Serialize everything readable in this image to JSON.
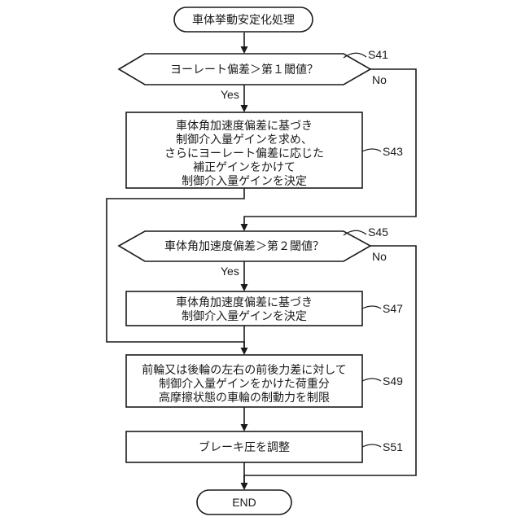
{
  "start": {
    "label": "車体挙動安定化処理"
  },
  "steps": {
    "s41": {
      "step_id": "S41",
      "lines": [
        "ヨーレート偏差＞第１閾値？"
      ],
      "yes_label": "Yes",
      "no_label": "No"
    },
    "s43": {
      "step_id": "S43",
      "lines": [
        "車体角加速度偏差に基づき",
        "制御介入量ゲインを求め、",
        "さらにヨーレート偏差に応じた",
        "補正ゲインをかけて",
        "制御介入量ゲインを決定"
      ]
    },
    "s45": {
      "step_id": "S45",
      "lines": [
        "車体角加速度偏差＞第２閾値？"
      ],
      "yes_label": "Yes",
      "no_label": "No"
    },
    "s47": {
      "step_id": "S47",
      "lines": [
        "車体角加速度偏差に基づき",
        "制御介入量ゲインを決定"
      ]
    },
    "s49": {
      "step_id": "S49",
      "lines": [
        "前輪又は後輪の左右の前後力差に対して",
        "制御介入量ゲインをかけた荷重分",
        "高摩擦状態の車輪の制動力を制限"
      ]
    },
    "s51": {
      "step_id": "S51",
      "lines": [
        "ブレーキ圧を調整"
      ]
    }
  },
  "end": {
    "label": "END"
  }
}
